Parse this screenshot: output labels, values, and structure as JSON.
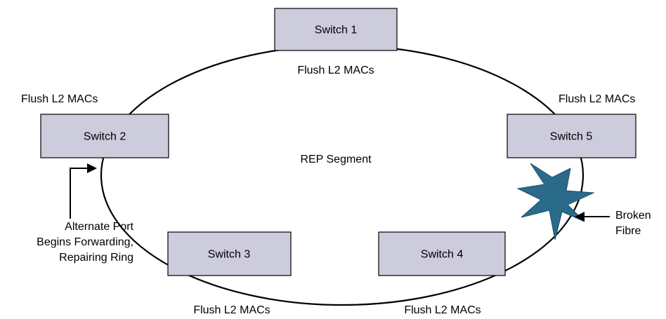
{
  "segment_label": "REP Segment",
  "switches": {
    "s1": {
      "name": "Switch 1",
      "flush": "Flush L2 MACs"
    },
    "s2": {
      "name": "Switch 2",
      "flush": "Flush L2 MACs"
    },
    "s3": {
      "name": "Switch 3",
      "flush": "Flush L2 MACs"
    },
    "s4": {
      "name": "Switch 4",
      "flush": "Flush L2 MACs"
    },
    "s5": {
      "name": "Switch 5",
      "flush": "Flush L2 MACs"
    }
  },
  "annotations": {
    "alternate_port": [
      "Alternate Port",
      "Begins Forwarding,",
      "Repairing Ring"
    ],
    "broken_fibre": [
      "Broken",
      "Fibre"
    ]
  },
  "colors": {
    "switch_fill": "#ccccdd",
    "break_burst": "#2a6b8a"
  }
}
